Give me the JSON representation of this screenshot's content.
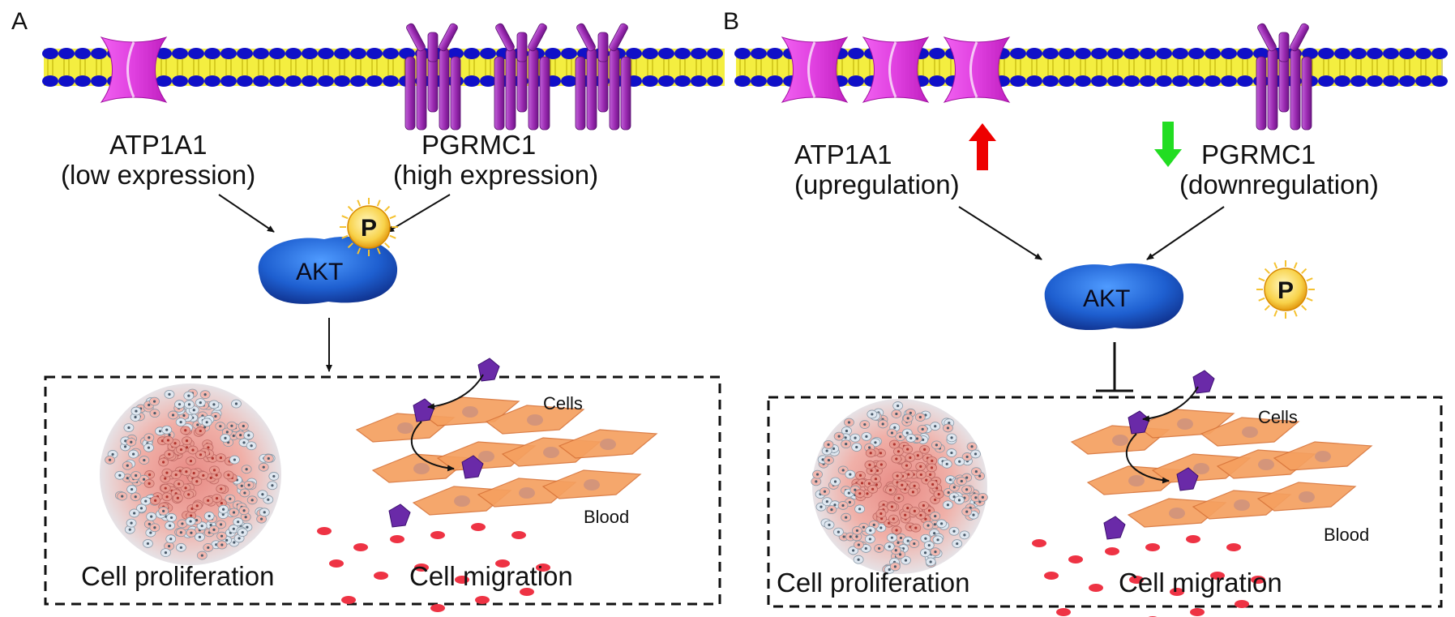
{
  "panels": [
    {
      "letter": "A",
      "atp_name": "ATP1A1",
      "atp_status": "(low expression)",
      "pgr_name": "PGRMC1",
      "pgr_status": "(high expression)",
      "akt": "AKT",
      "phospho": "P",
      "cells_label": "Cells",
      "blood_label": "Blood",
      "proliferation_caption": "Cell proliferation",
      "migration_caption": "Cell migration"
    },
    {
      "letter": "B",
      "atp_name": "ATP1A1",
      "atp_status": "(upregulation)",
      "pgr_name": "PGRMC1",
      "pgr_status": "(downregulation)",
      "akt": "AKT",
      "phospho": "P",
      "cells_label": "Cells",
      "blood_label": "Blood",
      "proliferation_caption": "Cell proliferation",
      "migration_caption": "Cell migration"
    }
  ],
  "colors": {
    "membrane_head": "#1010c8",
    "membrane_tail": "#f2e600",
    "atp_channel": "#e040e0",
    "pgr_receptor": "#9a2ab0",
    "akt": "#1e5fd0",
    "phospho_sun": "#f5c230",
    "up_arrow": "#ee0000",
    "down_arrow": "#22dd22",
    "cell_migrating": "#f5a060",
    "migrating_cell_purple": "#6a2aa8",
    "blood_cell": "#ee3344",
    "tumor_pink": "#e89890"
  },
  "icons": {
    "phospho": "sun-badge-icon",
    "up": "red-up-arrow-icon",
    "down": "green-down-arrow-icon",
    "inhibit": "t-bar-inhibition-icon"
  }
}
